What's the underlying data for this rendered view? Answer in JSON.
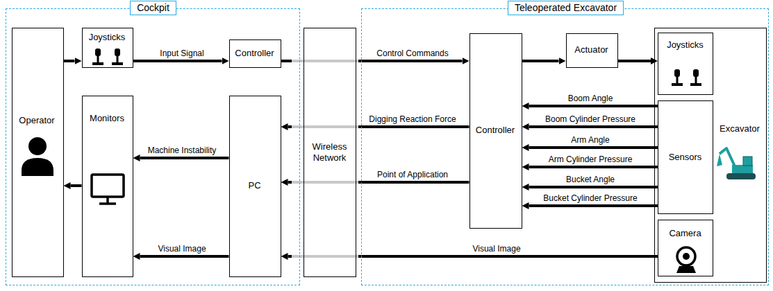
{
  "diagram": {
    "nodes": [
      {
        "text": [
          "Cockpit"
        ]
      },
      {
        "text": [
          "Operator"
        ],
        "in": 0
      },
      {
        "text": [
          "Joysticks"
        ],
        "in": 0
      },
      {
        "text": [
          "Controller"
        ],
        "in": 0
      },
      {
        "text": [
          "Monitors"
        ],
        "in": 0
      },
      {
        "text": [
          "PC"
        ],
        "in": 0
      },
      {
        "text": [
          "Wireless Network"
        ]
      },
      {
        "text": [
          "Teleoperated Excavator"
        ]
      },
      {
        "text": [
          "Controller"
        ],
        "in": 7
      },
      {
        "text": [
          "Actuator"
        ],
        "in": 7
      },
      {
        "text": [
          "Excavator"
        ],
        "in": 7
      },
      {
        "text": [
          "Joysticks"
        ],
        "in": 10
      },
      {
        "text": [
          "Sensors"
        ],
        "in": 10
      },
      {
        "text": [
          "Camera"
        ],
        "in": 10
      }
    ],
    "edges": [
      {
        "from": 1,
        "to": 2,
        "arrow": "to"
      },
      {
        "from": 2,
        "to": 3,
        "arrow": "to",
        "label": "Input Signal"
      },
      {
        "from": 3,
        "to": 8,
        "arrow": "to",
        "label": "Control Commands"
      },
      {
        "from": 8,
        "to": 9,
        "arrow": "to"
      },
      {
        "from": 9,
        "to": 11,
        "arrow": "to"
      },
      {
        "from": 12,
        "to": 8,
        "arrow": "to",
        "label": "Boom Angle"
      },
      {
        "from": 12,
        "to": 8,
        "arrow": "to",
        "label": "Boom Cylinder Pressure"
      },
      {
        "from": 12,
        "to": 8,
        "arrow": "to",
        "label": "Arm Angle"
      },
      {
        "from": 12,
        "to": 8,
        "arrow": "to",
        "label": "Arm Cylinder Pressure"
      },
      {
        "from": 12,
        "to": 8,
        "arrow": "to",
        "label": "Bucket Angle"
      },
      {
        "from": 12,
        "to": 8,
        "arrow": "to",
        "label": "Bucket Cylinder Pressure"
      },
      {
        "from": 8,
        "to": 5,
        "arrow": "to",
        "label": "Digging Reaction Force"
      },
      {
        "from": 5,
        "to": 4,
        "arrow": "to",
        "label": "Machine Instability"
      },
      {
        "from": 8,
        "to": 5,
        "arrow": "to",
        "label": "Point of Application"
      },
      {
        "from": 13,
        "to": 5,
        "arrow": "to",
        "label": "Visual Image"
      },
      {
        "from": 5,
        "to": 4,
        "arrow": "to",
        "label": "Visual Image"
      },
      {
        "from": 4,
        "to": 1,
        "arrow": "to"
      }
    ]
  }
}
